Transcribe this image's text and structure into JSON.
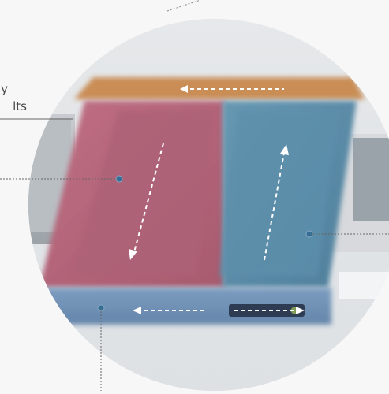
{
  "caption": {
    "lines": [
      "y",
      "lts"
    ]
  },
  "colors": {
    "background": "#f7f7f7",
    "circle": "#e3e5e7",
    "orange_lane": "#c98d55",
    "red_lane": "#b9657a",
    "blue_lane": "#5f8ea8",
    "base_lane": "#6f90b4",
    "pointer_dot": "#2f6f99",
    "pointer_line": "#6d6d6d"
  },
  "diagram": {
    "type": "circular flow callout",
    "arrows": [
      {
        "name": "orange-left-arrow",
        "direction": "left"
      },
      {
        "name": "red-down-arrow",
        "direction": "down"
      },
      {
        "name": "blue-up-arrow",
        "direction": "up"
      },
      {
        "name": "base-left-arrow",
        "direction": "left"
      },
      {
        "name": "base-right-arrow",
        "direction": "right"
      }
    ],
    "callout_dots": [
      {
        "name": "left-lane-callout-dot"
      },
      {
        "name": "right-lane-callout-dot"
      },
      {
        "name": "base-callout-dot"
      }
    ]
  }
}
